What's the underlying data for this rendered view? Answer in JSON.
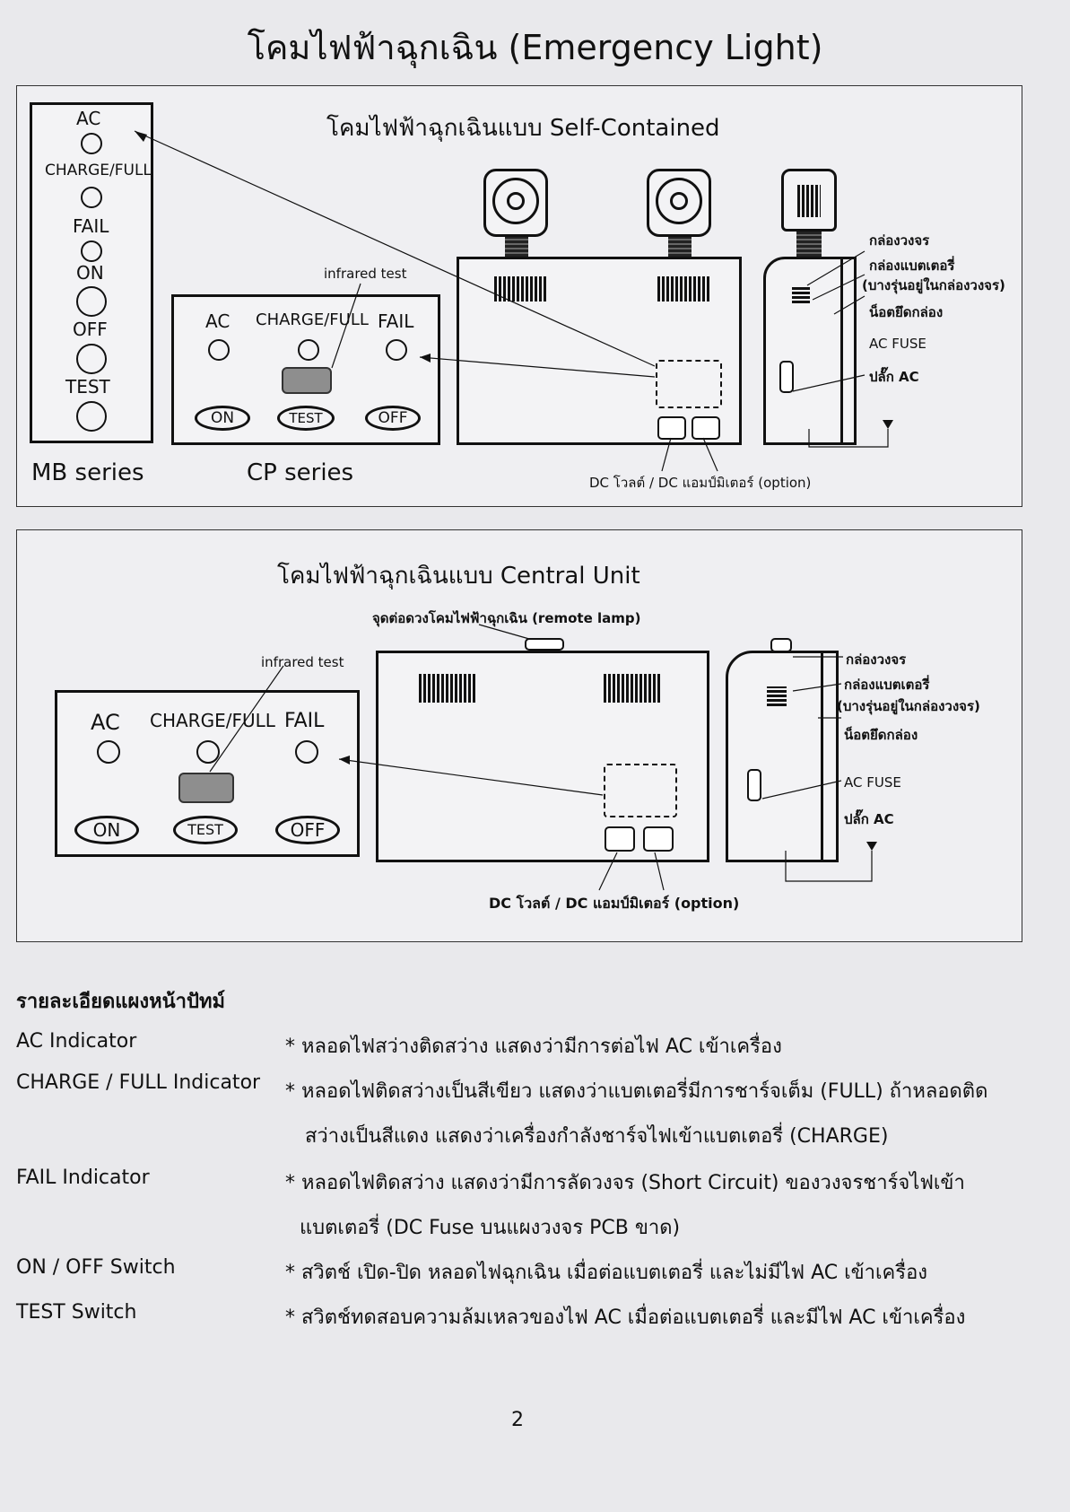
{
  "page_title": "โคมไฟฟ้าฉุกเฉิน (Emergency Light)",
  "self_contained": {
    "title": "โคมไฟฟ้าฉุกเฉินแบบ Self-Contained",
    "mb_panel": {
      "labels": [
        "AC",
        "CHARGE/FULL",
        "FAIL",
        "ON",
        "OFF",
        "TEST"
      ],
      "series": "MB series"
    },
    "cp_panel": {
      "ac": "AC",
      "charge": "CHARGE/FULL",
      "fail": "FAIL",
      "on": "ON",
      "test": "TEST",
      "off": "OFF",
      "series": "CP series"
    },
    "infrared": "infrared test",
    "side_labels": [
      "กล่องวงจร",
      "กล่องแบตเตอรี่",
      "(บางรุ่นอยู่ในกล่องวงจร)",
      "น็อตยึดกล่อง",
      "AC FUSE",
      "ปลั๊ก AC"
    ],
    "meter_note": "DC โวลต์ / DC แอมป์มิเตอร์ (option)"
  },
  "central_unit": {
    "title": "โคมไฟฟ้าฉุกเฉินแบบ Central Unit",
    "remote": "จุดต่อดวงโคมไฟฟ้าฉุกเฉิน (remote lamp)",
    "infrared": "infrared test",
    "panel": {
      "ac": "AC",
      "charge": "CHARGE/FULL",
      "fail": "FAIL",
      "on": "ON",
      "test": "TEST",
      "off": "OFF"
    },
    "side_labels": [
      "กล่องวงจร",
      "กล่องแบตเตอรี่",
      "(บางรุ่นอยู่ในกล่องวงจร)",
      "น็อตยึดกล่อง",
      "AC FUSE",
      "ปลั๊ก AC"
    ],
    "meter_note": "DC โวลต์ / DC แอมป์มิเตอร์ (option)"
  },
  "details": {
    "heading": "รายละเอียดแผงหน้าปัทม์",
    "rows": [
      {
        "term": "AC Indicator",
        "desc": [
          "* หลอดไฟสว่างติดสว่าง แสดงว่ามีการต่อไฟ AC เข้าเครื่อง"
        ]
      },
      {
        "term": "CHARGE / FULL Indicator",
        "desc": [
          "* หลอดไฟติดสว่างเป็นสีเขียว แสดงว่าแบตเตอรี่มีการชาร์จเต็ม (FULL) ถ้าหลอดติด",
          "สว่างเป็นสีแดง แสดงว่าเครื่องกำลังชาร์จไฟเข้าแบตเตอรี่ (CHARGE)"
        ]
      },
      {
        "term": "FAIL Indicator",
        "desc": [
          "* หลอดไฟติดสว่าง แสดงว่ามีการลัดวงจร (Short Circuit) ของวงจรชาร์จไฟเข้า",
          "แบตเตอรี่ (DC Fuse บนแผงวงจร PCB ขาด)"
        ]
      },
      {
        "term": "ON / OFF Switch",
        "desc": [
          "* สวิตช์ เปิด-ปิด หลอดไฟฉุกเฉิน เมื่อต่อแบตเตอรี่ และไม่มีไฟ AC เข้าเครื่อง"
        ]
      },
      {
        "term": "TEST Switch",
        "desc": [
          "* สวิตช์ทดสอบความล้มเหลวของไฟ AC เมื่อต่อแบตเตอรี่ และมีไฟ AC เข้าเครื่อง"
        ]
      }
    ]
  },
  "page_number": "2"
}
